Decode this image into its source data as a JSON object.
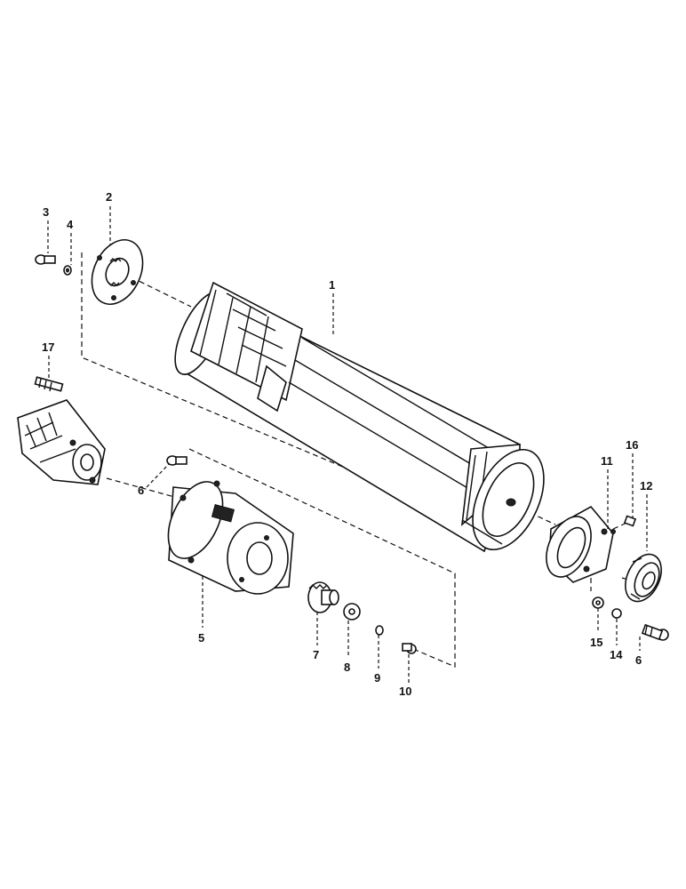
{
  "labels": {
    "p1": "1",
    "p2": "2",
    "p3": "3",
    "p4": "4",
    "p5": "5",
    "p6a": "6",
    "p6b": "6",
    "p7": "7",
    "p8": "8",
    "p9": "9",
    "p10": "10",
    "p11": "11",
    "p12": "12",
    "p14": "14",
    "p15": "15",
    "p16": "16",
    "p17": "17"
  }
}
